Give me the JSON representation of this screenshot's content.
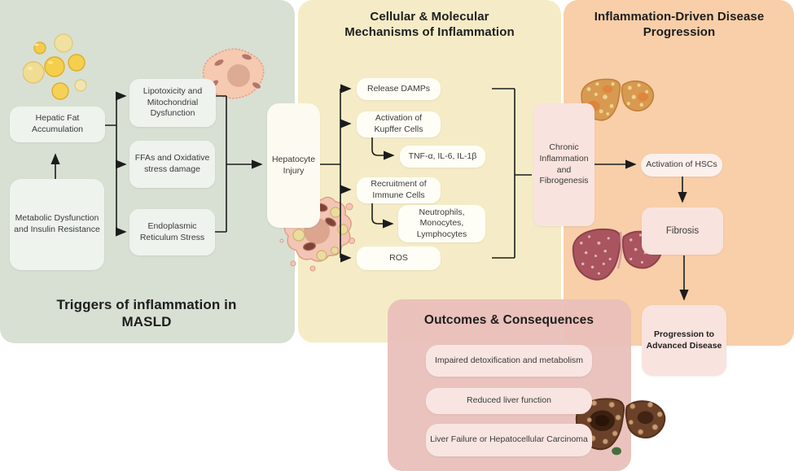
{
  "figure": {
    "type": "flow-diagram",
    "subject": "Inflammation in MASLD pathway"
  },
  "colors": {
    "panel_triggers_bg": "#d8e0d4",
    "panel_mechanisms_bg": "#f5ecc7",
    "panel_progression_bg": "#f8cfa9",
    "panel_outcomes_bg": "#eac2bd",
    "node_green_bg": "#eef3ed",
    "node_cream_bg": "#fffef6",
    "node_white_bg": "#fdfbf1",
    "node_pink_bg": "#f9e3de",
    "node_pink_light_bg": "#fcf0ec",
    "node_outcome_bg": "#f8e5e2",
    "arrow": "#1c1c1c",
    "title_text": "#1d1d1d",
    "node_text": "#3a3a3a"
  },
  "panels": {
    "triggers": {
      "title_line1": "Triggers of inflammation in",
      "title_line2": "MASLD"
    },
    "mechanisms": {
      "title_line1": "Cellular & Molecular",
      "title_line2": "Mechanisms of Inflammation"
    },
    "progression": {
      "title_line1": "Inflammation-Driven Disease",
      "title_line2": "Progression"
    },
    "outcomes": {
      "title": "Outcomes & Consequences"
    }
  },
  "nodes": {
    "metabolic": "Metabolic Dysfunction and Insulin Resistance",
    "hepatic_fat": "Hepatic Fat Accumulation",
    "lipotoxicity": "Lipotoxicity and Mitochondrial Dysfunction",
    "ffas": "FFAs and Oxidative stress damage",
    "er_stress": "Endoplasmic Reticulum Stress",
    "hepatocyte_injury": "Hepatocyte Injury",
    "release_damps": "Release DAMPs",
    "kupffer": "Activation of Kupffer Cells",
    "cytokines": "TNF-α, IL-6, IL-1β",
    "recruitment": "Recruitment of Immune Cells",
    "immune_cells": "Neutrophils, Monocytes, Lymphocytes",
    "ros": "ROS",
    "chronic": "Chronic Inflammation and Fibrogenesis",
    "hscs": "Activation of HSCs",
    "fibrosis": "Fibrosis",
    "advanced": "Progression to Advanced Disease",
    "detox": "Impaired detoxification and metabolism",
    "reduced_function": "Reduced liver function",
    "failure": "Liver Failure or Hepatocellular Carcinoma"
  },
  "illustrations": {
    "fat_droplets": "lipid-droplets-icon",
    "healthy_cell": "hepatocyte-cell-icon",
    "injured_cell": "injured-hepatocyte-icon",
    "liver_steatotic": "steatotic-liver-icon",
    "liver_fibrotic": "fibrotic-liver-icon",
    "liver_cirrhotic": "cirrhotic-liver-icon"
  }
}
